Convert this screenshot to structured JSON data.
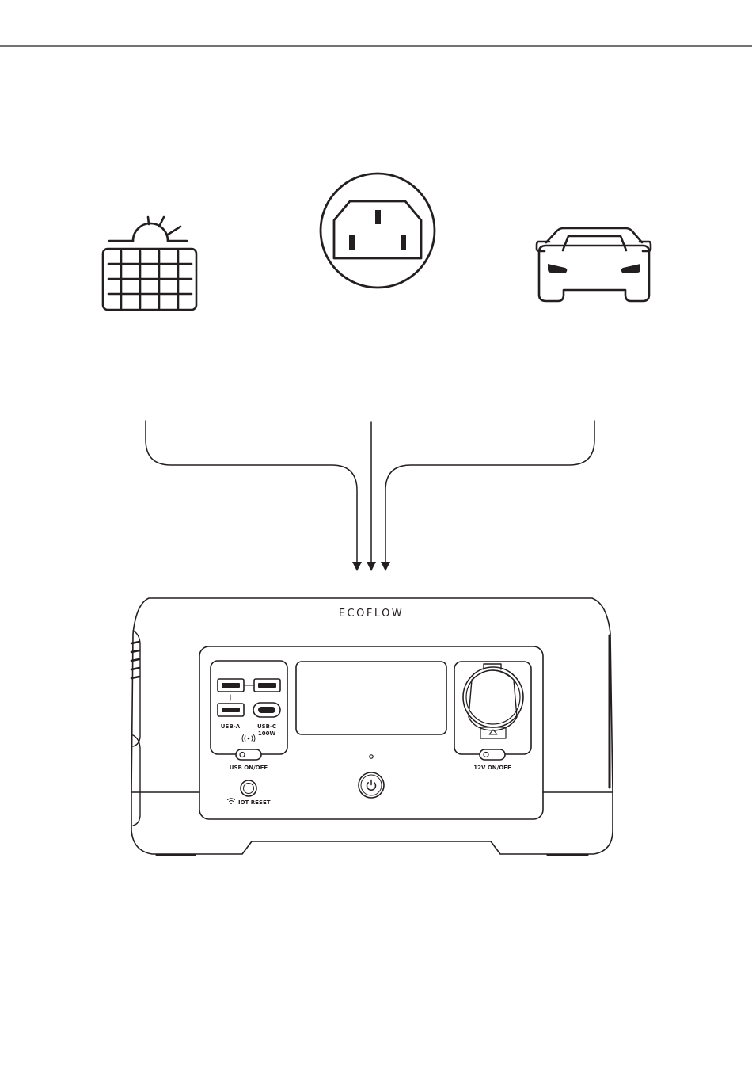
{
  "device": {
    "brand": "ECOFLOW",
    "labels": {
      "usb_a": "USB-A",
      "usb_c": "USB-C",
      "usb_c_power": "100W",
      "usb_switch": "USB ON/OFF",
      "iot_reset": "IOT RESET",
      "dc_switch": "12V ON/OFF"
    }
  },
  "icons": {
    "sources": [
      "solar-panel-icon",
      "ac-inlet-icon",
      "car-icon"
    ],
    "device_controls": [
      "wireless-icon",
      "wifi-icon",
      "power-icon"
    ]
  },
  "colors": {
    "line": "#231f20",
    "background": "#ffffff"
  }
}
